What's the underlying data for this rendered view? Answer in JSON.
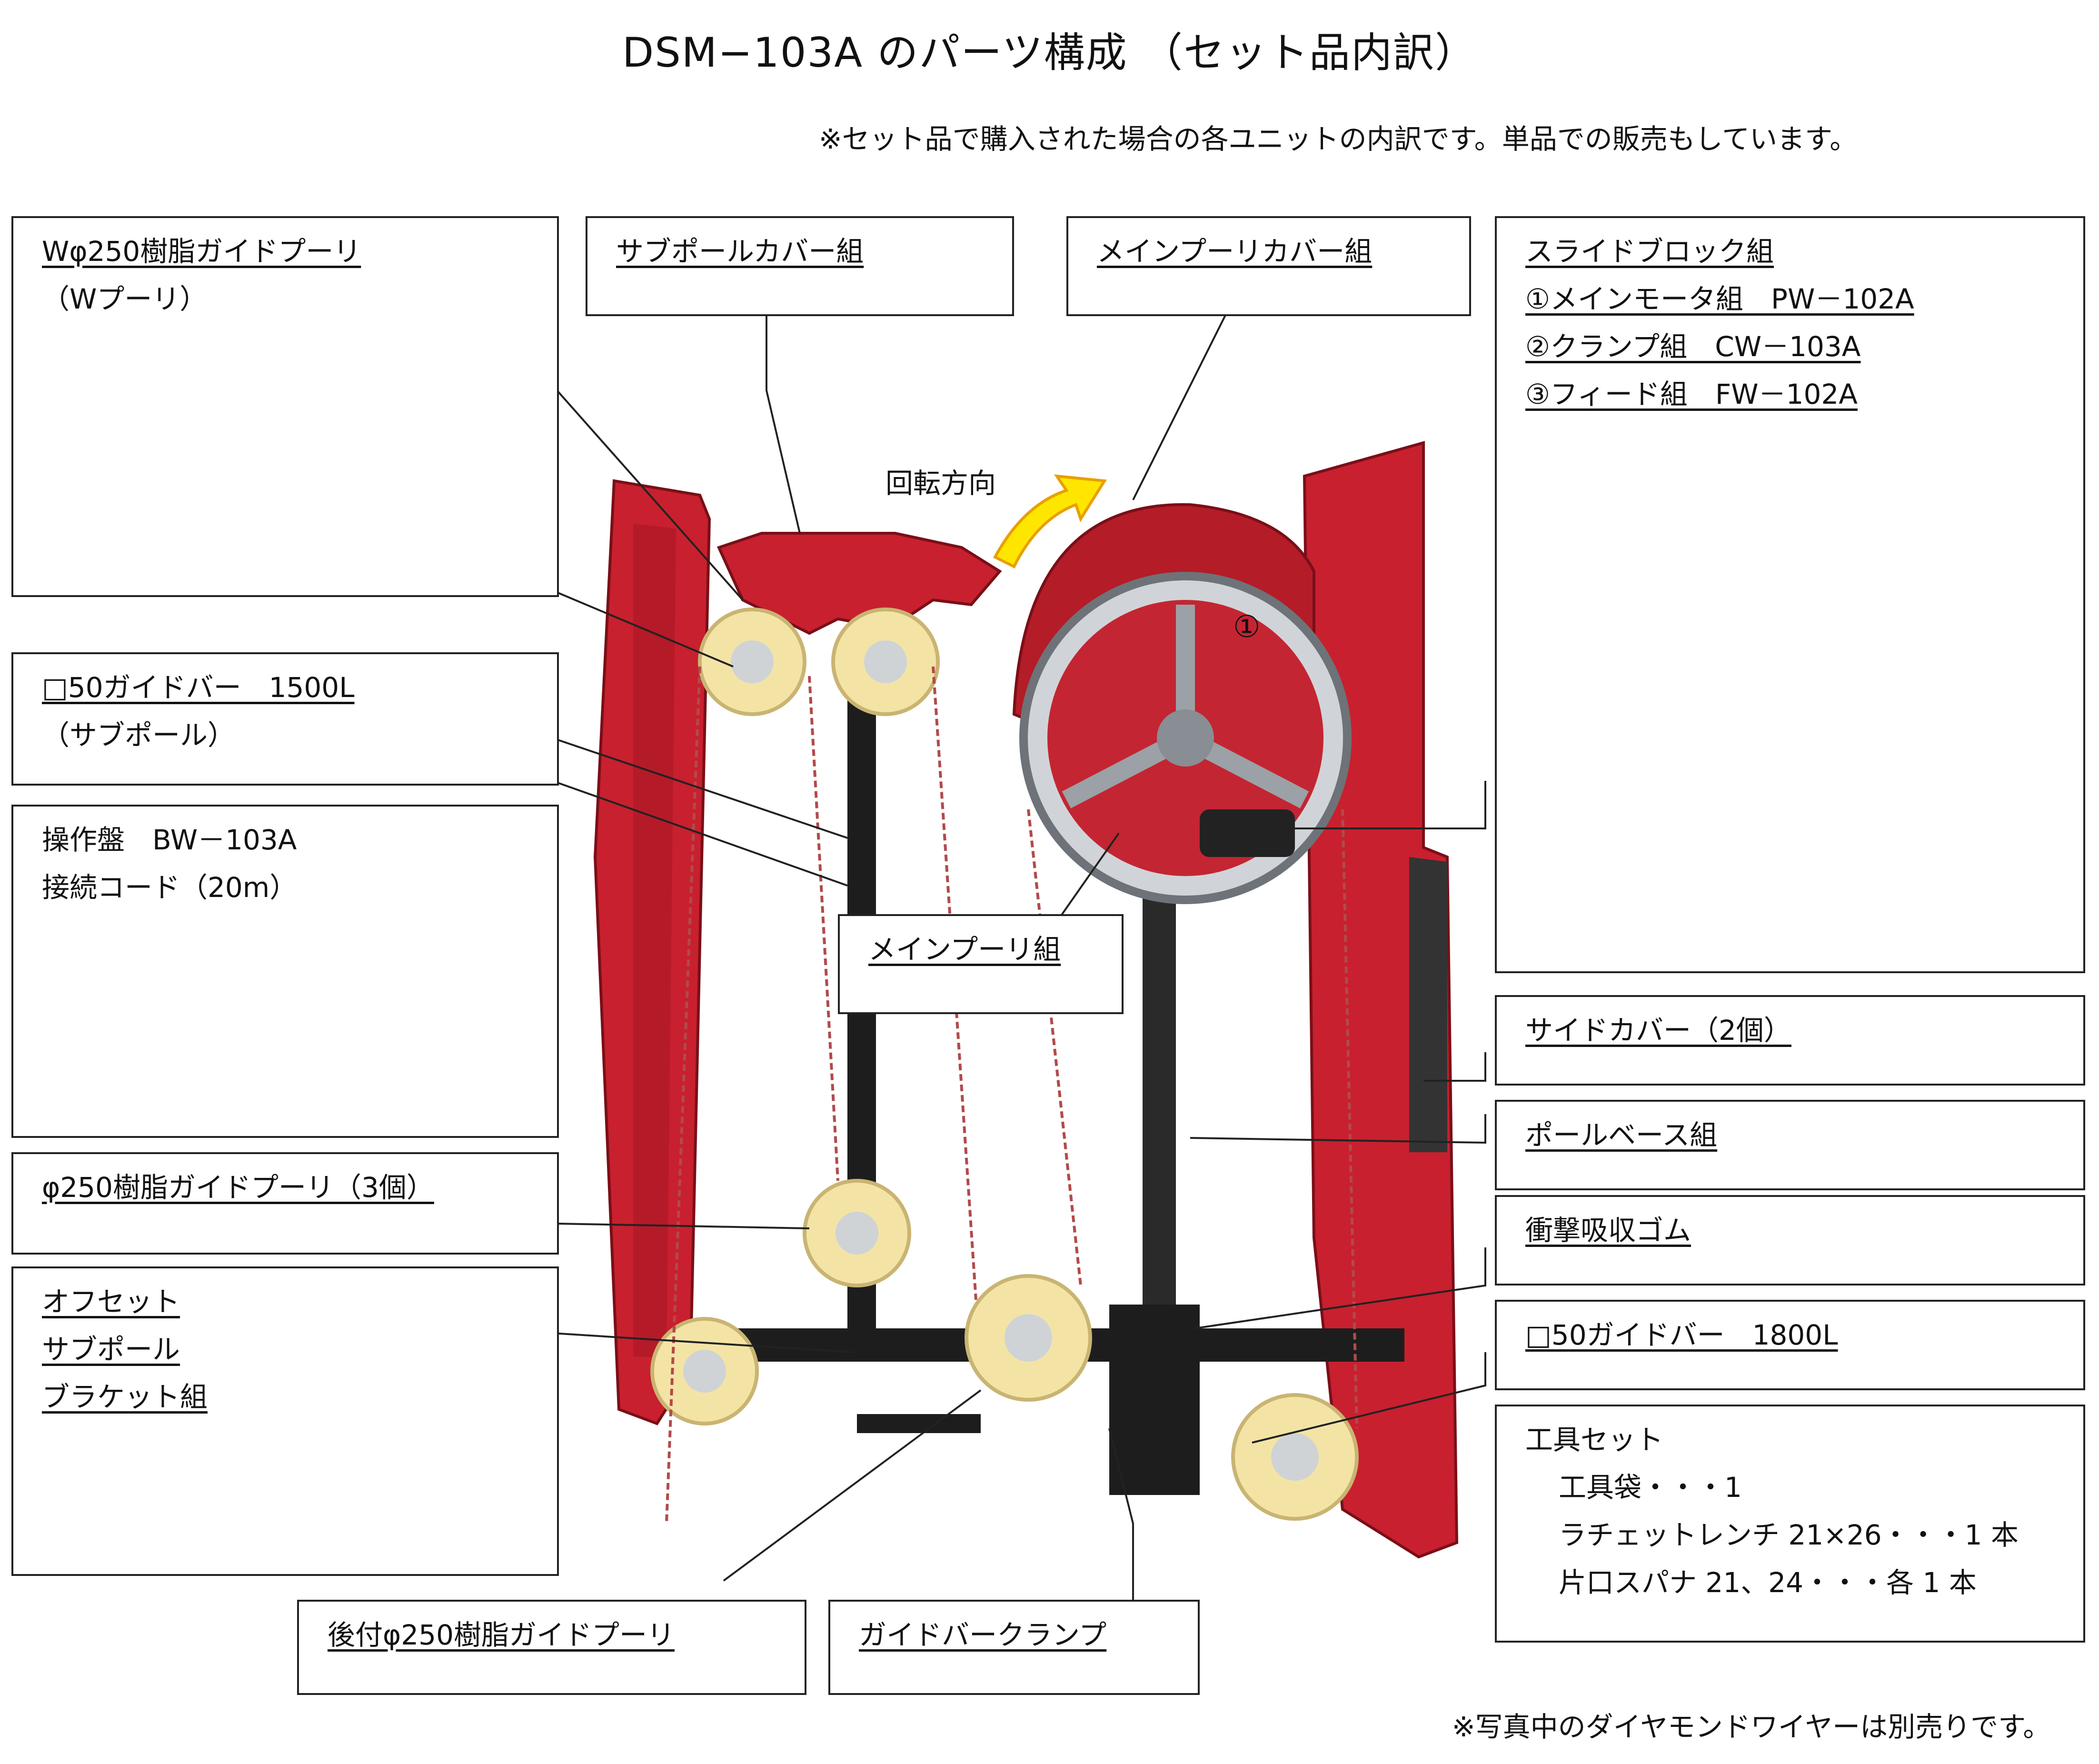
{
  "title": "DSM−103A のパーツ構成 （セット品内訳）",
  "note_top": "※セット品で購入された場合の各ユニットの内訳です。単品での販売もしています。",
  "note_bottom": "※写真中のダイヤモンドワイヤーは別売りです。",
  "rotation_label": "回転方向",
  "callouts": {
    "w_pulley": {
      "title": "Wφ250樹脂ガイドプーリ",
      "sub": "（Wプーリ）"
    },
    "sub_pole_cover": {
      "title": "サブポールカバー組"
    },
    "main_pulley_cover": {
      "title": "メインプーリカバー組"
    },
    "slide_block": {
      "title": "スライドブロック組",
      "items": [
        "①メインモータ組　PW－102A",
        "②クランプ組　CW－103A",
        "③フィード組　FW－102A"
      ],
      "markers": [
        "①",
        "②",
        "③"
      ]
    },
    "guide_bar_1500": {
      "title": "□50ガイドバー　1500L",
      "sub": "（サブポール）"
    },
    "control_panel": {
      "line1": "操作盤　BW－103A",
      "line2": "接続コード（20m）"
    },
    "main_pulley": {
      "title": "メインプーリ組"
    },
    "side_cover": {
      "title": "サイドカバー（2個）"
    },
    "pole_base": {
      "title": "ポールベース組"
    },
    "pulley_250_x3": {
      "title": "φ250樹脂ガイドプーリ（3個）"
    },
    "shock_rubber": {
      "title": "衝撃吸収ゴム"
    },
    "offset_bracket": {
      "lines": [
        "オフセット",
        "サブポール",
        "ブラケット組"
      ]
    },
    "guide_bar_1800": {
      "title": "□50ガイドバー　1800L"
    },
    "tool_set": {
      "title": "工具セット",
      "items": [
        "工具袋・・・1",
        "ラチェットレンチ 21×26・・・1 本",
        "片口スパナ 21、24・・・各 1 本"
      ]
    },
    "rear_pulley": {
      "title": "後付φ250樹脂ガイドプーリ"
    },
    "guide_bar_clamp": {
      "title": "ガイドバークランプ"
    }
  },
  "colors": {
    "machine_red": "#c8202e",
    "pulley_cream": "#f3e4a6",
    "frame_black": "#1d1d1d",
    "arrow_yellow": "#ffe600"
  }
}
